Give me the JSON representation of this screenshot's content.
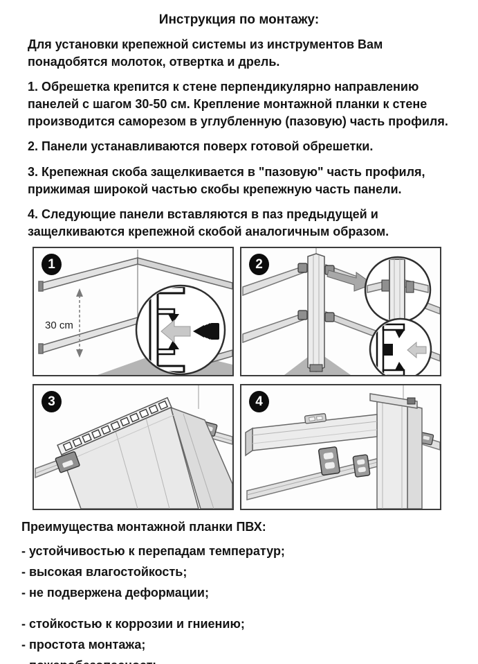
{
  "page": {
    "title": "Инструкция по монтажу:",
    "intro": "Для установки крепежной системы из инструментов Вам понадобятся молоток, отвертка и дрель.",
    "steps": [
      "1. Обрешетка крепится к стене перпендикулярно направлению панелей с шагом 30-50 см. Крепление монтажной планки к стене производится саморезом в углубленную (пазовую) часть профиля.",
      "2. Панели устанавливаются поверх готовой обрешетки.",
      "3. Крепежная скоба защелкивается в \"пазовую\" часть профиля, прижимая широкой частью скобы крепежную часть панели.",
      "4. Следующие панели вставляются в паз предыдущей и защелкиваются крепежной скобой аналогичным образом."
    ],
    "figures": [
      {
        "number": "1",
        "label": "30 cm"
      },
      {
        "number": "2"
      },
      {
        "number": "3"
      },
      {
        "number": "4"
      }
    ],
    "advantages": {
      "heading": "Преимущества монтажной планки ПВХ:",
      "group1": [
        "- устойчивостью к перепадам температур;",
        "- высокая влагостойкость;",
        "- не подвержена деформации;"
      ],
      "group2": [
        "- стойкостью к коррозии и гниению;",
        "- простота монтажа;",
        "- пожаробезопасность."
      ]
    }
  }
}
